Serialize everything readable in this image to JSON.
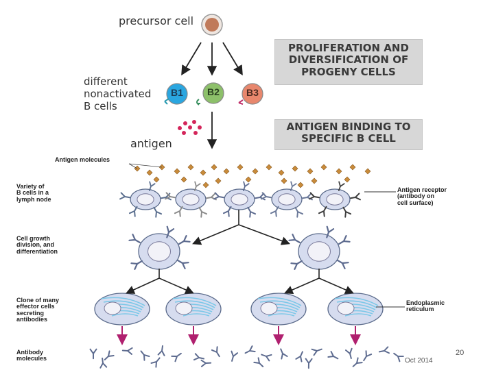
{
  "top_labels": {
    "precursor": "precursor cell",
    "nonactivated": "different\nnonactivated\nB cells",
    "antigen": "antigen",
    "b1": "B1",
    "b2": "B2",
    "b3": "B3"
  },
  "boxes": {
    "proliferation": "PROLIFERATION AND\nDIVERSIFICATION OF\nPROGENY CELLS",
    "antigen_binding": "ANTIGEN BINDING TO\nSPECIFIC B CELL"
  },
  "left_labels": {
    "antigen_molecules": "Antigen molecules",
    "variety": "Variety of\nB cells in a\nlymph node",
    "growth": "Cell growth\ndivision, and\ndifferentiation",
    "clone": "Clone of many\neffector cells\nsecreting\nantibodies",
    "antibody": "Antibody\nmolecules"
  },
  "right_labels": {
    "receptor": "Antigen receptor\n(antibody on\ncell surface)",
    "er": "Endoplasmic\nreticulum"
  },
  "footer": {
    "date": "Oct 2014",
    "page": "20"
  },
  "colors": {
    "cell_fill": "#d6dcef",
    "cell_stroke": "#5a6a8a",
    "nucleus": "#f2f2f8",
    "er_blue": "#7cc8e8",
    "antigen": "#c98b3a",
    "antibody": "#5d6b8f",
    "arrow_magenta": "#b0206f",
    "b1": "#2aa6e0",
    "b2": "#8dc06a",
    "b3": "#e8876d",
    "dots": "#d4255a",
    "precursor": "#c07a5a"
  }
}
